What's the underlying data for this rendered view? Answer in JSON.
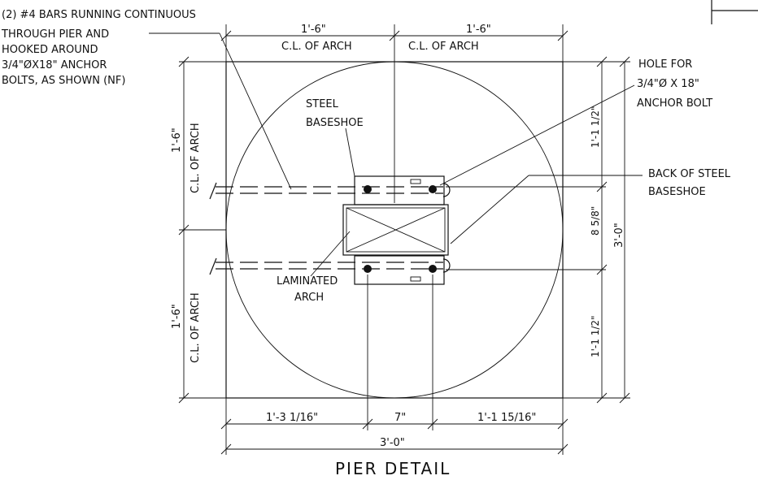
{
  "drawing": {
    "title": "PIER DETAIL",
    "notes": {
      "bars_note": [
        "(2) #4 BARS RUNNING CONTINUOUS",
        "THROUGH PIER AND",
        "HOOKED AROUND",
        "3/4\"ØX18\" ANCHOR",
        "BOLTS, AS SHOWN (NF)"
      ],
      "hole_note": [
        "HOLE FOR",
        "3/4\"Ø X 18\"",
        "ANCHOR BOLT"
      ],
      "back_note": [
        "BACK OF STEEL",
        "BASESHOE"
      ],
      "baseshoe_note": [
        "STEEL",
        "BASESHOE"
      ],
      "arch_note": [
        "LAMINATED",
        "ARCH"
      ]
    },
    "dimensions": {
      "top_left": "1'-6\"",
      "top_right": "1'-6\"",
      "cl_arch_top_left": "C.L. OF ARCH",
      "cl_arch_top_right": "C.L. OF ARCH",
      "left_upper": "1'-6\"",
      "left_upper_cl": "C.L. OF ARCH",
      "left_lower": "1'-6\"",
      "left_lower_cl": "C.L. OF ARCH",
      "right_upper": "1'-1 1/2\"",
      "right_mid": "8 5/8\"",
      "right_lower": "1'-1 1/2\"",
      "right_total": "3'-0\"",
      "bottom_left": "1'-3 1/16\"",
      "bottom_mid": "7\"",
      "bottom_right": "1'-1 15/16\"",
      "bottom_total": "3'-0\""
    }
  }
}
